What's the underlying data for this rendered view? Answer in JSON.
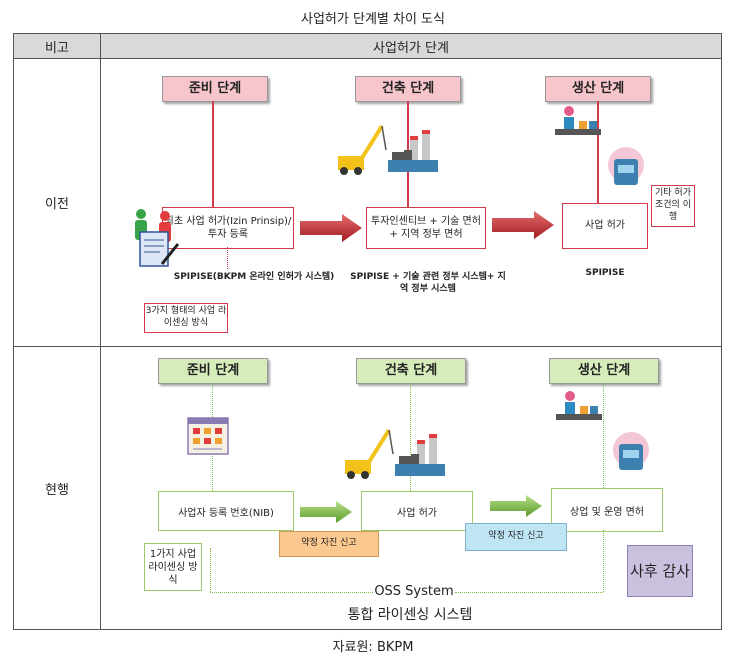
{
  "title": "사업허가 단계별 차이 도식",
  "source": "자료원: BKPM",
  "table": {
    "col1_header": "비고",
    "col2_header": "사업허가 단계",
    "row1_label": "이전",
    "row2_label": "현행"
  },
  "before": {
    "stages": [
      "준비 단계",
      "건축 단계",
      "생산 단계"
    ],
    "box1": "최초 사업 허가(Izin Prinsip)/투자 등록",
    "box2": "투자인센티브 + 기술 면허+ 지역 정부 면허",
    "box3": "사업 허가",
    "caption1": "SPIPISE(BKPM 온라인 인허가 시스템)",
    "caption2": "SPIPISE + 기술 관련 정부 시스템+ 지역 정부 시스템",
    "caption3": "SPIPISE",
    "note1": "3가지 형태의 사업 라이센싱 방식",
    "note2": "기타 허가 조건의 이행"
  },
  "current": {
    "stages": [
      "준비 단계",
      "건축 단계",
      "생산 단계"
    ],
    "box1": "사업자 등록 번호(NIB)",
    "box2": "사업 허가",
    "box3": "상업 및 운영 면허",
    "commit1": "약정 자진 신고",
    "commit2": "약정 자진 신고",
    "note": "1가지 사업 라이센싱 방식",
    "audit": "사후 감사",
    "oss": "OSS System",
    "system": "통합 라이센싱 시스템"
  },
  "colors": {
    "before_stage_fill": "#f7c6cd",
    "before_box_border": "#d23a4d",
    "before_arrow": "#c0282b",
    "current_stage_fill": "#d7ecbb",
    "current_box_border": "#9ccb6e",
    "current_arrow": "#7cc242",
    "commit1_fill": "#fbc98f",
    "commit2_fill": "#bfe5f5",
    "audit_fill": "#c9c1dd"
  }
}
